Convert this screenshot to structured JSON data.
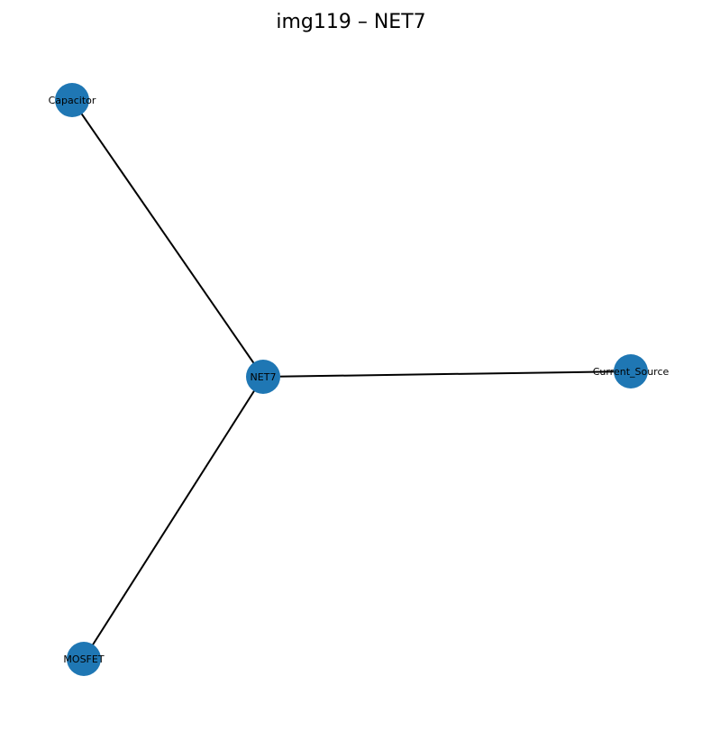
{
  "title": "img119 – NET7",
  "colors": {
    "node": "#1f77b4",
    "edge": "#000000",
    "background": "#ffffff"
  },
  "nodes": [
    {
      "id": "NET7",
      "label": "NET7"
    },
    {
      "id": "Capacitor",
      "label": "Capacitor"
    },
    {
      "id": "Current_Source",
      "label": "Current_Source"
    },
    {
      "id": "MOSFET",
      "label": "MOSFET"
    }
  ],
  "edges": [
    {
      "source": "NET7",
      "target": "Capacitor"
    },
    {
      "source": "NET7",
      "target": "Current_Source"
    },
    {
      "source": "NET7",
      "target": "MOSFET"
    }
  ]
}
